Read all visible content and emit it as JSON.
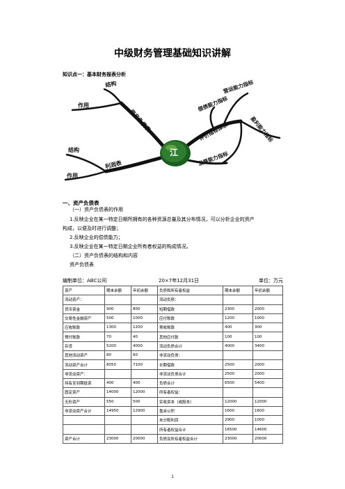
{
  "title": "中级财务管理基础知识讲解",
  "knowledge_point": "知识点一：基本财务报表分析",
  "mindmap": {
    "center": "江",
    "labels": {
      "structure_top": "结构",
      "usage_top": "作用",
      "balance_sheet": "资产负债表",
      "structure_bottom": "结构",
      "income_statement": "利润表",
      "usage_bottom": "作用",
      "operating": "营运能力指标",
      "solvency": "偿债能力指标",
      "system": "评价指标体系",
      "profitability": "盈利能力指标",
      "development": "发展能力指标"
    },
    "colors": {
      "branch": "#111111",
      "center_fill": "#2e7d32",
      "center_shadow": "#1b5e20"
    }
  },
  "section1": {
    "heading": "一、资产负债表",
    "sub1": "（一）资产负债表的作用",
    "item1_line1": "1.反映企业在某一特定日期所拥有的各种资源总量及其分布情况，可以分析企业的资产",
    "item1_line2": "构成，以便及时进行调整；",
    "item2": "2.反映企业的偿债能力；",
    "item3": "3.反映企业在某一特定日期企业所有者权益的构成情况。",
    "sub2": "（二）资产负债表的结构和内容",
    "caption": "资产负债表",
    "company": "编制单位：ABC公司",
    "date": "20×7年12月31日",
    "unit": "单位：万元"
  },
  "table": {
    "rows": [
      [
        "资产",
        "期末余额",
        "年初余额",
        "负债和所有者权益",
        "期末余额",
        "年初余额"
      ],
      [
        "流动资产：",
        "",
        "",
        "流动负债：",
        "",
        ""
      ],
      [
        "货币资金",
        "900",
        "800",
        "短期借款",
        "2300",
        "2000"
      ],
      [
        "交易性金融资产",
        "500",
        "1000",
        "应付账款",
        "1200",
        "1000"
      ],
      [
        "应收账款",
        "1300",
        "1200",
        "预收账款",
        "400",
        "300"
      ],
      [
        "预付账款",
        "70",
        "40",
        "其他应付款",
        "100",
        "100"
      ],
      [
        "存货",
        "5200",
        "4000",
        "流动负债合计",
        "4000",
        "3400"
      ],
      [
        "其他流动资产",
        "80",
        "60",
        "非流动负债：",
        "",
        ""
      ],
      [
        "流动资产合计",
        "8050",
        "7100",
        "长期借款",
        "2500",
        "2000"
      ],
      [
        "非流动资产：",
        "",
        "",
        "非流动负债合计",
        "2500",
        "2000"
      ],
      [
        "持有至到期投资",
        "400",
        "400",
        "负债合计",
        "6500",
        "5400"
      ],
      [
        "固定资产",
        "14000",
        "12000",
        "所有者权益：",
        "",
        ""
      ],
      [
        "无形资产",
        "550",
        "500",
        "实收资本（或股本）",
        "12000",
        "12000"
      ],
      [
        "非流动资产合计",
        "14950",
        "12900",
        "盈余公积",
        "1600",
        "1600"
      ],
      [
        "",
        "",
        "",
        "未分配利润",
        "2900",
        "1000"
      ],
      [
        "",
        "",
        "",
        "所有者权益合计",
        "16500",
        "14600"
      ],
      [
        "资产合计",
        "23000",
        "20000",
        "负债及所有者权益合计",
        "23000",
        "20000"
      ]
    ]
  },
  "page_number": "1"
}
